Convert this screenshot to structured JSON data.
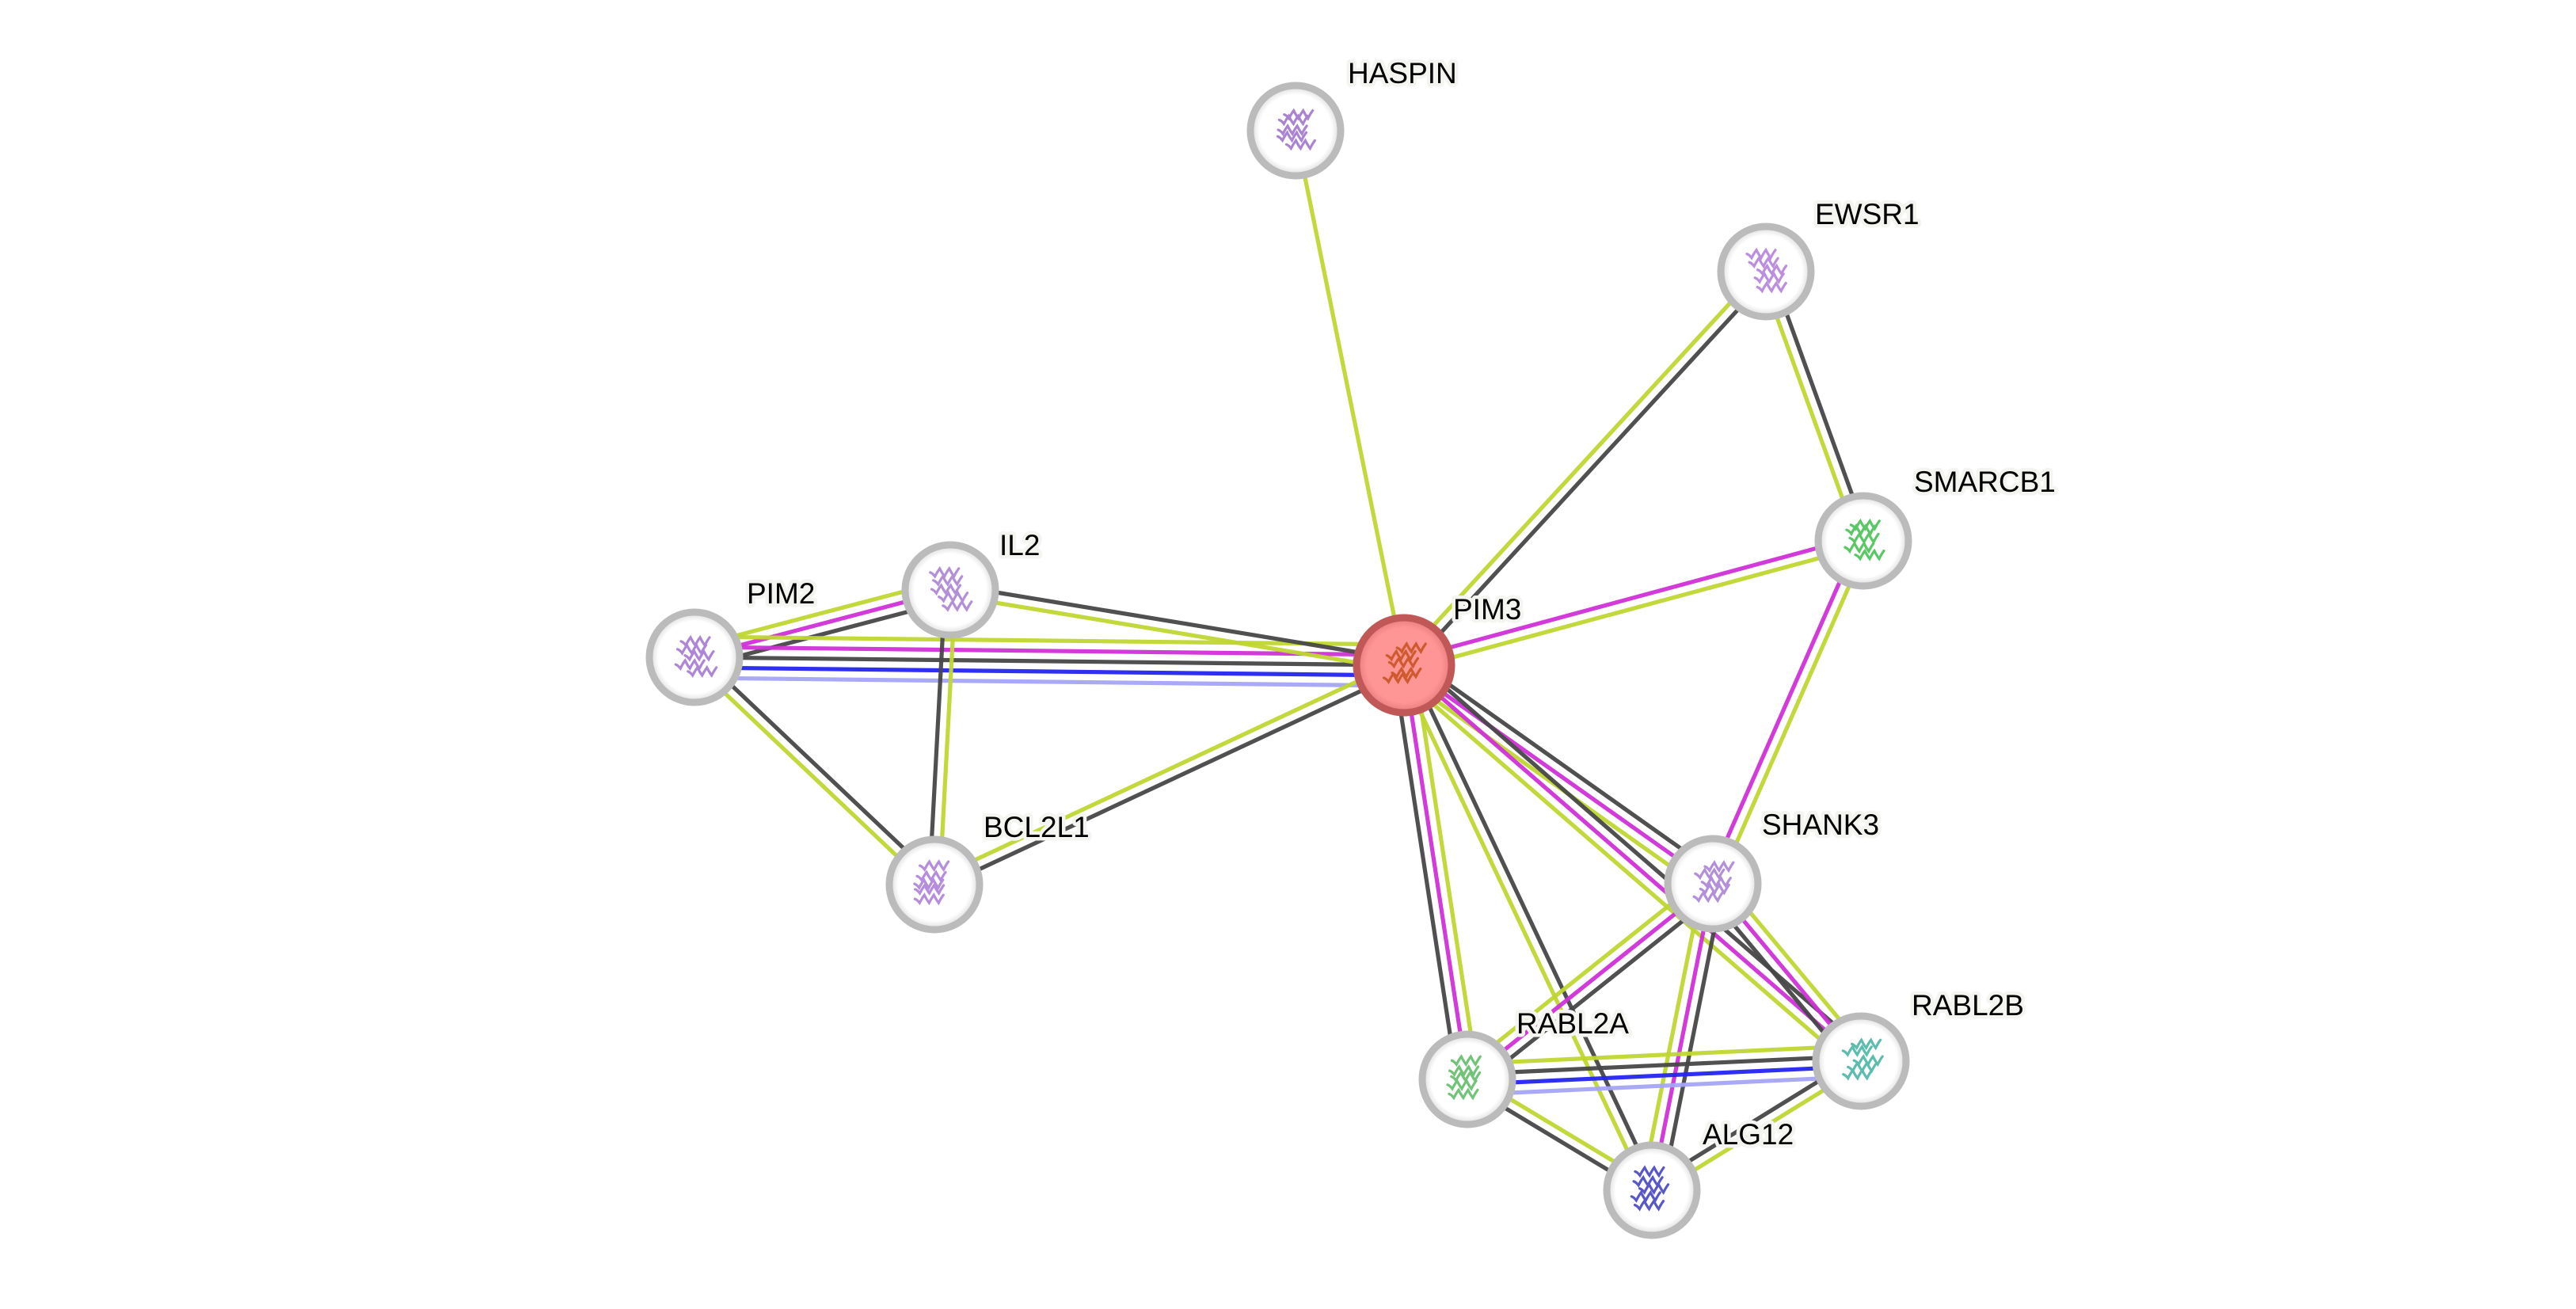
{
  "network": {
    "query_protein": "PIM3",
    "evidence_colors": {
      "textmining": "#BFD630",
      "experiments": "#D030D8",
      "coexpression": "#474747",
      "database": "#2424F0",
      "homology": "#A4A4F8"
    },
    "node_style": {
      "ring": "#BBBBBB",
      "fill": "#FFFFFF",
      "query_ring": "#C05858",
      "query_fill": "#FF9494"
    },
    "nodes": [
      {
        "id": "HASPIN",
        "label": "HASPIN",
        "query": false,
        "structure_color": "#9B6FC8"
      },
      {
        "id": "EWSR1",
        "label": "EWSR1",
        "query": false,
        "structure_color": "#B07AD8"
      },
      {
        "id": "SMARCB1",
        "label": "SMARCB1",
        "query": false,
        "structure_color": "#3DBD4A"
      },
      {
        "id": "IL2",
        "label": "IL2",
        "query": false,
        "structure_color": "#A67BD2"
      },
      {
        "id": "PIM2",
        "label": "PIM2",
        "query": false,
        "structure_color": "#A070D0"
      },
      {
        "id": "PIM3",
        "label": "PIM3",
        "query": true,
        "structure_color": "#C8501E"
      },
      {
        "id": "BCL2L1",
        "label": "BCL2L1",
        "query": false,
        "structure_color": "#A878D8"
      },
      {
        "id": "SHANK3",
        "label": "SHANK3",
        "query": false,
        "structure_color": "#A67BD2"
      },
      {
        "id": "RABL2A",
        "label": "RABL2A",
        "query": false,
        "structure_color": "#58B860"
      },
      {
        "id": "RABL2B",
        "label": "RABL2B",
        "query": false,
        "structure_color": "#40B0A0"
      },
      {
        "id": "ALG12",
        "label": "ALG12",
        "query": false,
        "structure_color": "#3A3AC0"
      }
    ],
    "edges": [
      {
        "source": "HASPIN",
        "target": "PIM3",
        "evidence": [
          "textmining"
        ]
      },
      {
        "source": "EWSR1",
        "target": "PIM3",
        "evidence": [
          "coexpression",
          "textmining"
        ]
      },
      {
        "source": "EWSR1",
        "target": "SMARCB1",
        "evidence": [
          "coexpression",
          "textmining"
        ]
      },
      {
        "source": "SMARCB1",
        "target": "PIM3",
        "evidence": [
          "textmining",
          "experiments"
        ]
      },
      {
        "source": "SMARCB1",
        "target": "SHANK3",
        "evidence": [
          "textmining",
          "experiments"
        ]
      },
      {
        "source": "PIM2",
        "target": "IL2",
        "evidence": [
          "textmining",
          "experiments",
          "coexpression"
        ]
      },
      {
        "source": "PIM2",
        "target": "PIM3",
        "evidence": [
          "textmining",
          "experiments",
          "coexpression",
          "database",
          "homology"
        ]
      },
      {
        "source": "PIM2",
        "target": "BCL2L1",
        "evidence": [
          "coexpression",
          "textmining"
        ]
      },
      {
        "source": "IL2",
        "target": "PIM3",
        "evidence": [
          "coexpression",
          "textmining"
        ]
      },
      {
        "source": "IL2",
        "target": "BCL2L1",
        "evidence": [
          "textmining",
          "coexpression"
        ]
      },
      {
        "source": "BCL2L1",
        "target": "PIM3",
        "evidence": [
          "textmining",
          "coexpression"
        ]
      },
      {
        "source": "PIM3",
        "target": "SHANK3",
        "evidence": [
          "coexpression",
          "experiments",
          "textmining"
        ]
      },
      {
        "source": "PIM3",
        "target": "RABL2B",
        "evidence": [
          "coexpression",
          "experiments",
          "textmining"
        ]
      },
      {
        "source": "PIM3",
        "target": "RABL2A",
        "evidence": [
          "textmining",
          "experiments",
          "coexpression"
        ]
      },
      {
        "source": "PIM3",
        "target": "ALG12",
        "evidence": [
          "coexpression",
          "textmining"
        ]
      },
      {
        "source": "SHANK3",
        "target": "RABL2B",
        "evidence": [
          "textmining",
          "experiments",
          "coexpression"
        ]
      },
      {
        "source": "SHANK3",
        "target": "RABL2A",
        "evidence": [
          "coexpression",
          "experiments",
          "textmining"
        ]
      },
      {
        "source": "SHANK3",
        "target": "ALG12",
        "evidence": [
          "coexpression",
          "experiments",
          "textmining"
        ]
      },
      {
        "source": "RABL2A",
        "target": "RABL2B",
        "evidence": [
          "textmining",
          "coexpression",
          "database",
          "homology"
        ]
      },
      {
        "source": "RABL2A",
        "target": "ALG12",
        "evidence": [
          "textmining",
          "coexpression"
        ]
      },
      {
        "source": "ALG12",
        "target": "RABL2B",
        "evidence": [
          "coexpression",
          "textmining"
        ]
      }
    ]
  }
}
